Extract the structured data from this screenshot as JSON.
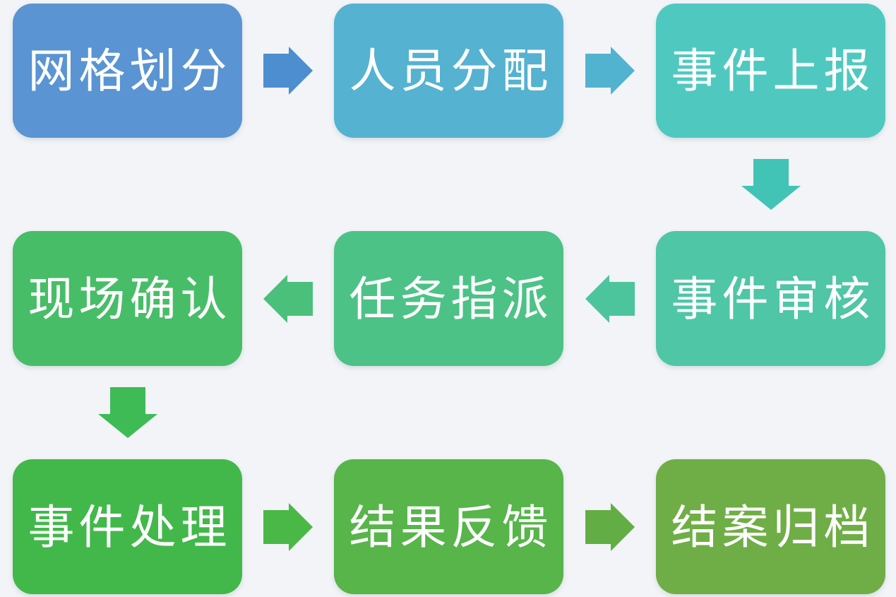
{
  "page": {
    "background_color": "#f2f4f7",
    "text_color": "#ffffff",
    "description": "Grid management event workflow flowchart"
  },
  "flow": {
    "steps": [
      {
        "id": 1,
        "label": "网格划分",
        "color": "#5a94d2",
        "row": 0,
        "col": 0
      },
      {
        "id": 2,
        "label": "人员分配",
        "color": "#55b2d1",
        "row": 0,
        "col": 1
      },
      {
        "id": 3,
        "label": "事件上报",
        "color": "#4fc9c0",
        "row": 0,
        "col": 2
      },
      {
        "id": 4,
        "label": "事件审核",
        "color": "#4fc6a6",
        "row": 1,
        "col": 2
      },
      {
        "id": 5,
        "label": "任务指派",
        "color": "#4dc287",
        "row": 1,
        "col": 1
      },
      {
        "id": 6,
        "label": "现场确认",
        "color": "#48bd67",
        "row": 1,
        "col": 0
      },
      {
        "id": 7,
        "label": "事件处理",
        "color": "#42b84a",
        "row": 2,
        "col": 0
      },
      {
        "id": 8,
        "label": "结果反馈",
        "color": "#57b54a",
        "row": 2,
        "col": 1
      },
      {
        "id": 9,
        "label": "结案归档",
        "color": "#6fae46",
        "row": 2,
        "col": 2
      }
    ],
    "connectors": [
      {
        "from": 1,
        "to": 2,
        "direction": "right",
        "color": "#4c8ed0"
      },
      {
        "from": 2,
        "to": 3,
        "direction": "right",
        "color": "#51b3cf"
      },
      {
        "from": 3,
        "to": 4,
        "direction": "down",
        "color": "#41c3b6"
      },
      {
        "from": 4,
        "to": 5,
        "direction": "left",
        "color": "#4dc59c"
      },
      {
        "from": 5,
        "to": 6,
        "direction": "left",
        "color": "#4ac07b"
      },
      {
        "from": 6,
        "to": 7,
        "direction": "down",
        "color": "#3ebb55"
      },
      {
        "from": 7,
        "to": 8,
        "direction": "right",
        "color": "#4ab847"
      },
      {
        "from": 8,
        "to": 9,
        "direction": "right",
        "color": "#62ae44"
      }
    ]
  }
}
